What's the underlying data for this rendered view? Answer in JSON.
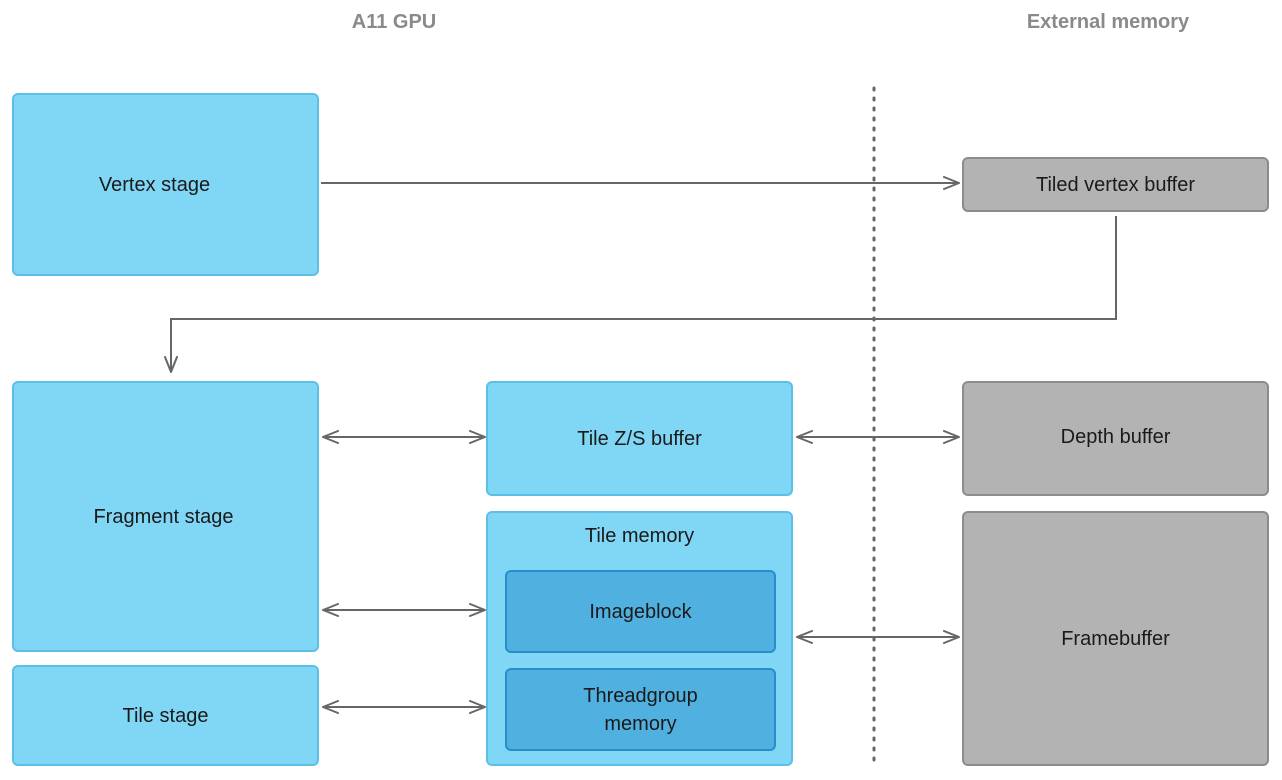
{
  "headings": {
    "gpu": "A11 GPU",
    "external": "External memory"
  },
  "boxes": {
    "vertex_stage": "Vertex stage",
    "fragment_stage": "Fragment stage",
    "tile_stage": "Tile stage",
    "tile_zs_buffer": "Tile Z/S buffer",
    "tile_memory": "Tile memory",
    "imageblock": "Imageblock",
    "threadgroup_memory_line1": "Threadgroup",
    "threadgroup_memory_line2": "memory",
    "tiled_vertex_buffer": "Tiled vertex buffer",
    "depth_buffer": "Depth buffer",
    "framebuffer": "Framebuffer"
  },
  "colors": {
    "gpu_fill": "#80d7f5",
    "gpu_border": "#5bbfe6",
    "inner_fill": "#50b1e1",
    "inner_border": "#2b8ccb",
    "external_fill": "#b3b3b3",
    "external_border": "#8c8c8c",
    "arrow": "#666666",
    "heading_text": "#8a8a8a"
  }
}
